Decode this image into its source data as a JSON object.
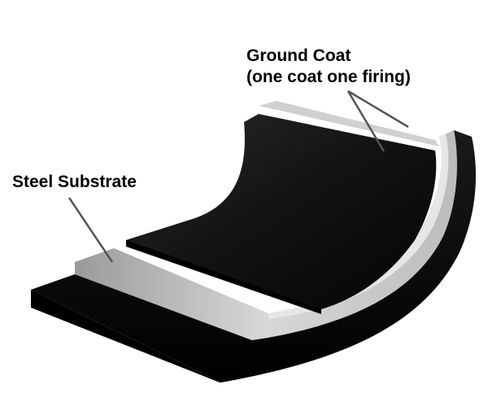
{
  "labels": {
    "ground_coat_line1": "Ground Coat",
    "ground_coat_line2": "(one coat one firing)",
    "steel_substrate": "Steel Substrate"
  },
  "colors": {
    "coat_black": "#0b0b0b",
    "substrate_gray": "#bdbdbd",
    "leader_line": "#555555",
    "text": "#000000"
  }
}
